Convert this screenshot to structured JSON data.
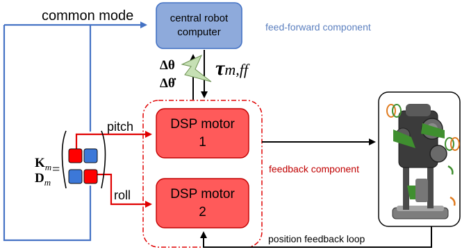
{
  "labels": {
    "common_mode": "common mode",
    "central_computer_line1": "central robot",
    "central_computer_line2": "computer",
    "feed_forward": "feed-forward component",
    "delta_theta": "Δθ",
    "delta_theta_dot": "Δθ̇",
    "tau": "τ",
    "tau_subscript": "m,ff",
    "pitch": "pitch",
    "roll": "roll",
    "dsp_motor_1_line1": "DSP motor",
    "dsp_motor_1_line2": "1",
    "dsp_motor_2_line1": "DSP motor",
    "dsp_motor_2_line2": "2",
    "feedback_component": "feedback component",
    "position_feedback_loop": "position feedback loop",
    "K_m": "K",
    "D_m": "D",
    "m_sub": "m",
    "equals": "="
  },
  "colors": {
    "blue_line": "#4472c4",
    "blue_box": "#8eaadb",
    "red_line": "#e00000",
    "motor_fill": "#ff5a5a",
    "feedback_text": "#c00000",
    "feedforward_text": "#5b7fbf",
    "lightning": "#c6e0b4",
    "matrix_red": "#ff0000",
    "matrix_blue": "#3c78d8"
  }
}
